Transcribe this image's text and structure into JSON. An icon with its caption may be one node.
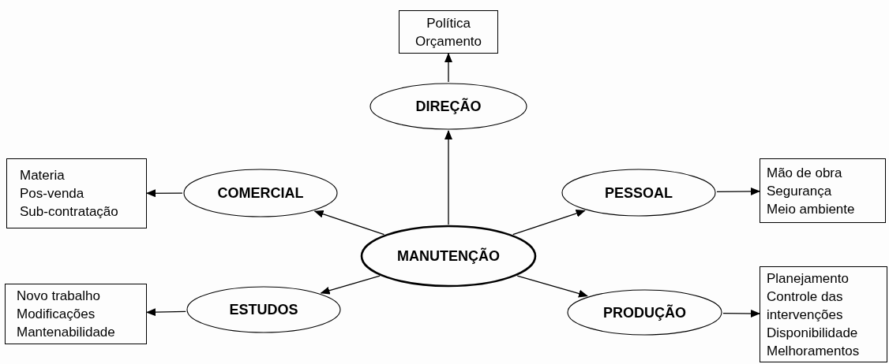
{
  "diagram": {
    "nodes": [
      {
        "text": [
          "Política",
          "Orçamento"
        ]
      },
      {
        "text": [
          "DIREÇÃO"
        ]
      },
      {
        "text": [
          "Materia",
          "Pos-venda",
          "Sub-contratação"
        ]
      },
      {
        "text": [
          "COMERCIAL"
        ]
      },
      {
        "text": [
          "PESSOAL"
        ]
      },
      {
        "text": [
          "Mão de obra",
          "Segurança",
          "Meio ambiente"
        ]
      },
      {
        "text": [
          "MANUTENÇÃO"
        ]
      },
      {
        "text": [
          "Novo trabalho",
          "Modificações",
          "Mantenabilidade"
        ]
      },
      {
        "text": [
          "ESTUDOS"
        ]
      },
      {
        "text": [
          "PRODUÇÃO"
        ]
      },
      {
        "text": [
          "Planejamento",
          "Controle das intervenções",
          "Disponibilidade",
          "Melhoramentos"
        ]
      }
    ],
    "edges": [
      {
        "from": 6,
        "to": 1,
        "arrow": "to"
      },
      {
        "from": 1,
        "to": 0,
        "arrow": "to"
      },
      {
        "from": 6,
        "to": 3,
        "arrow": "to"
      },
      {
        "from": 3,
        "to": 2,
        "arrow": "to"
      },
      {
        "from": 6,
        "to": 4,
        "arrow": "to"
      },
      {
        "from": 4,
        "to": 5,
        "arrow": "to"
      },
      {
        "from": 6,
        "to": 8,
        "arrow": "to"
      },
      {
        "from": 8,
        "to": 7,
        "arrow": "to"
      },
      {
        "from": 6,
        "to": 9,
        "arrow": "to"
      },
      {
        "from": 9,
        "to": 10,
        "arrow": "to"
      }
    ]
  }
}
